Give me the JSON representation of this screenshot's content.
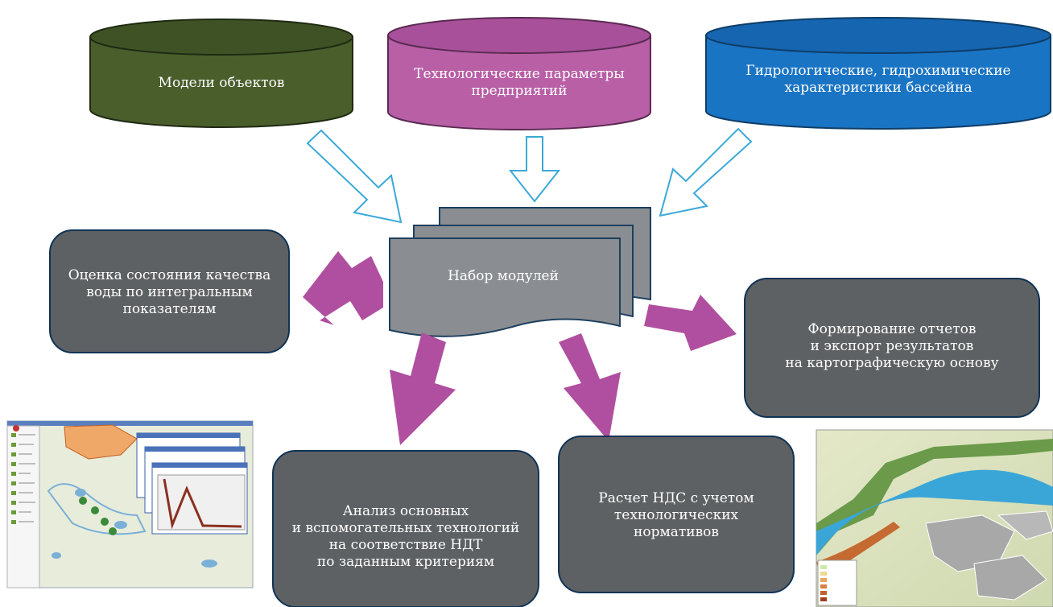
{
  "databases": {
    "models": "Модели объектов",
    "tech_params": "Технологические параметры\nпредприятий",
    "hydro": "Гидрологические, гидрохимические\nхарактеристики бассейна"
  },
  "center": {
    "modules": "Набор модулей"
  },
  "outputs": {
    "quality": "Оценка состояния качества\nводы по интегральным\nпоказателям",
    "reports": "Формирование отчетов\nи экспорт результатов\nна картографическую основу",
    "analysis": "Анализ основных\nи вспомогательных технологий\nна соответствие НДТ\nпо заданным критериям",
    "nds": "Расчет НДС с учетом\nтехнологических\nнормативов"
  },
  "colors": {
    "db_models": "#4a5e2c",
    "db_tech": "#b85fa6",
    "db_hydro": "#1a74c4",
    "box": "#5e6164",
    "arrow_in_stroke": "#3aa9d8",
    "arrow_out": "#b04f9f",
    "doc": "#8a8e92"
  },
  "screenshots": {
    "left": "gis-application-screenshot",
    "right": "map-screenshot"
  }
}
